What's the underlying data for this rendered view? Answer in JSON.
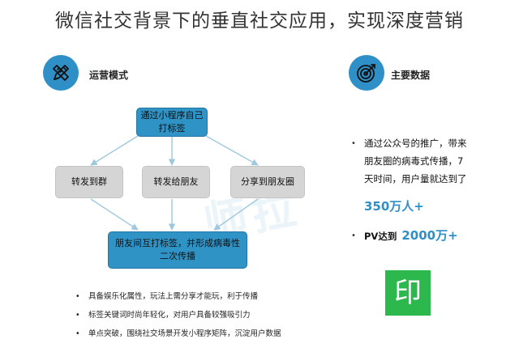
{
  "title": "微信社交背景下的垂直社交应用，实现深度营销",
  "left_section": {
    "icon": "pencil-ruler-icon",
    "label": "运营模式"
  },
  "right_section": {
    "icon": "target-icon",
    "label": "主要数据"
  },
  "flow": {
    "top": "通过小程序自己\n打标签",
    "middle": [
      "转发到群",
      "转发给朋友",
      "分享到朋友圈"
    ],
    "bottom": "朋友间互打标签，并形成病毒性\n二次传播"
  },
  "bullets": [
    "具备娱乐化属性，玩法上需分享才能玩，利于传播",
    "标签关键词时尚年轻化，对用户具备较强吸引力",
    "单点突破，围绕社交场景开发小程序矩阵，沉淀用户数据"
  ],
  "stats": {
    "stat1_lines": [
      "通过公众号的推广，带来",
      "朋友圈的病毒式传播，7",
      "天时间，用户量就达到了"
    ],
    "stat1_value": "350万人+",
    "stat2_prefix": "PV达到",
    "stat2_value": "2000万+"
  },
  "logo": {
    "char": "印",
    "color": "#2db84d"
  },
  "watermark": "师拉",
  "colors": {
    "accent": "#2f8fc7",
    "box_blue": "#2f93c6",
    "box_gray": "#d5d5d5"
  }
}
